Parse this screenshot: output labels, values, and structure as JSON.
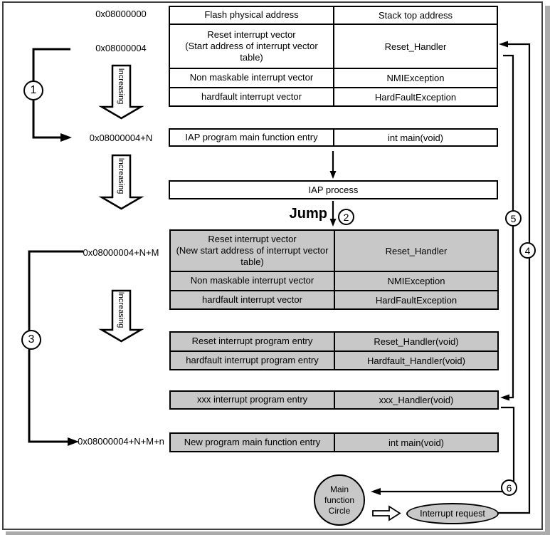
{
  "figure": {
    "addresses": {
      "flash_base": "0x08000000",
      "vector_start": "0x08000004",
      "iap_main": "0x08000004+N",
      "new_vector_start": "0x08000004+N+M",
      "new_main": "0x08000004+N+M+n"
    },
    "original_vector_table": {
      "rows": [
        {
          "left": "Flash physical address",
          "right": "Stack top address"
        },
        {
          "left_lines": [
            "Reset interrupt vector",
            "(Start address of interrupt vector table)"
          ],
          "right": "Reset_Handler"
        },
        {
          "left": "Non maskable interrupt vector",
          "right": "NMIException"
        },
        {
          "left": "hardfault interrupt vector",
          "right": "HardFaultException"
        }
      ]
    },
    "iap_entry_row": {
      "left": "IAP program main function entry",
      "right": "int main(void)"
    },
    "iap_process_label": "IAP process",
    "jump_label": "Jump",
    "new_vector_table": {
      "rows": [
        {
          "left_lines": [
            "Reset interrupt vector",
            "(New start address of interrupt vector",
            "table)"
          ],
          "right": "Reset_Handler"
        },
        {
          "left": "Non maskable interrupt vector",
          "right": "NMIException"
        },
        {
          "left": "hardfault interrupt vector",
          "right": "HardFaultException"
        }
      ]
    },
    "program_entry_table": {
      "rows": [
        {
          "left": "Reset interrupt program entry",
          "right": "Reset_Handler(void)"
        },
        {
          "left": "hardfault interrupt program entry",
          "right": "Hardfault_Handler(void)"
        }
      ]
    },
    "xxx_entry_row": {
      "left": "xxx interrupt program entry",
      "right": "xxx_Handler(void)"
    },
    "new_main_row": {
      "left": "New program main function entry",
      "right": "int main(void)"
    },
    "increasing_label": "Increasing",
    "steps": {
      "one": "1",
      "two": "2",
      "three": "3",
      "four": "4",
      "five": "5",
      "six": "6"
    },
    "main_circle_lines": [
      "Main",
      "function",
      "Circle"
    ],
    "interrupt_request_label": "Interrupt request",
    "colors": {
      "cell_gray": "#c8c8c8",
      "line_black": "#000000",
      "frame_gray": "#3f3f3f"
    }
  }
}
